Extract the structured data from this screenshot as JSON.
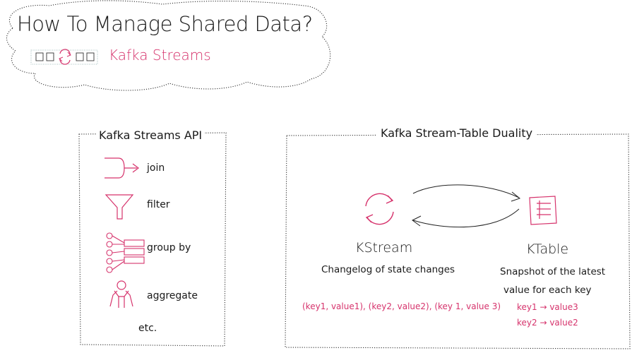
{
  "title": "How To Manage Shared Data?",
  "subtitle": "Kafka Streams",
  "api": {
    "heading": "Kafka Streams API",
    "items": [
      {
        "label": "join",
        "icon": "join-arrow-icon"
      },
      {
        "label": "filter",
        "icon": "funnel-icon"
      },
      {
        "label": "group by",
        "icon": "group-by-icon"
      },
      {
        "label": "aggregate",
        "icon": "person-aggregate-icon"
      }
    ],
    "etc": "etc."
  },
  "duality": {
    "heading": "Kafka Stream-Table Duality",
    "kstream": {
      "label": "KStream",
      "desc": "Changelog of state changes",
      "example": "(key1, value1), (key2, value2), (key 1, value 3)"
    },
    "ktable": {
      "label": "KTable",
      "desc_line1": "Snapshot of the latest",
      "desc_line2": "value for each key",
      "rows": [
        "key1 → value3",
        "key2 → value2"
      ]
    }
  },
  "colors": {
    "accent": "#d6336c",
    "text": "#1a1a1a",
    "border": "#333333"
  }
}
